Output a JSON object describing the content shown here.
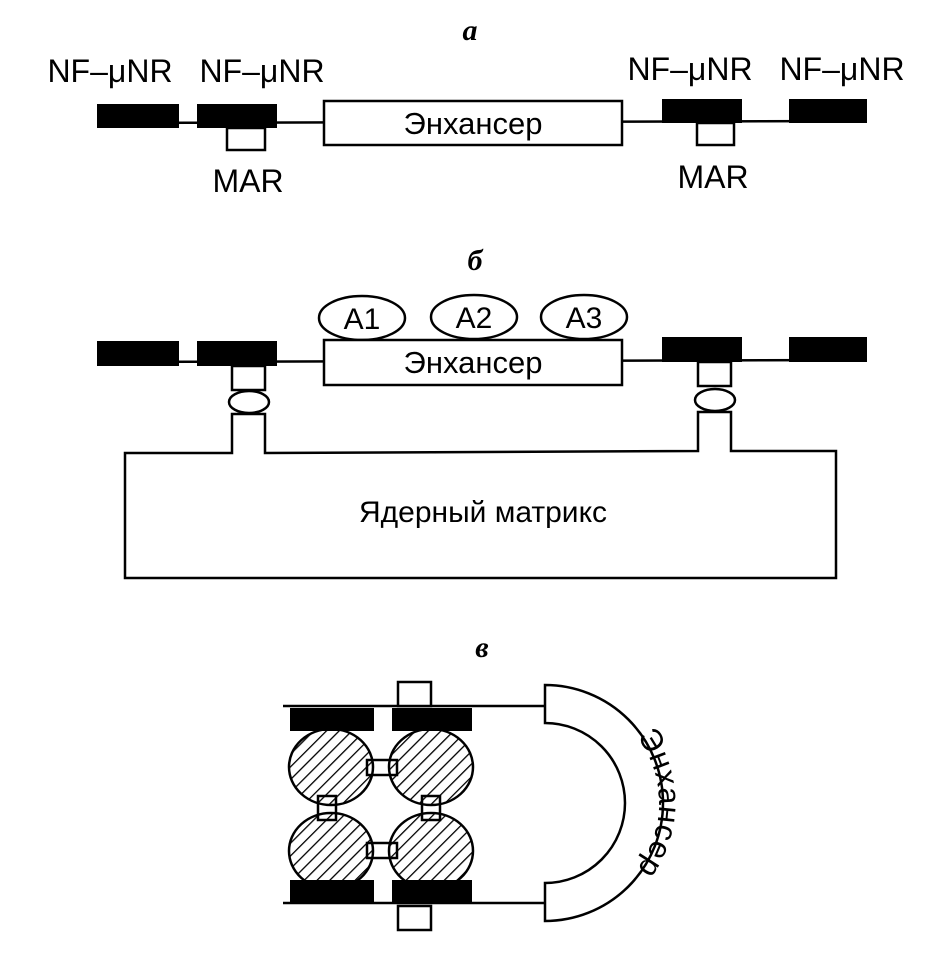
{
  "panels": {
    "a": "а",
    "b": "б",
    "c": "в"
  },
  "labels": {
    "nf1": "NF–μNR",
    "nf2": "NF–μNR",
    "nf3": "NF–μNR",
    "nf4": "NF–μNR",
    "mar_left": "MAR",
    "mar_right": "MAR",
    "enhancer": "Энхансер",
    "a1": "A1",
    "a2": "A2",
    "a3": "A3",
    "matrix": "Ядерный матрикс",
    "enhancer_curved": "Энхансер"
  },
  "colors": {
    "ink": "#000000",
    "paper": "#ffffff"
  }
}
